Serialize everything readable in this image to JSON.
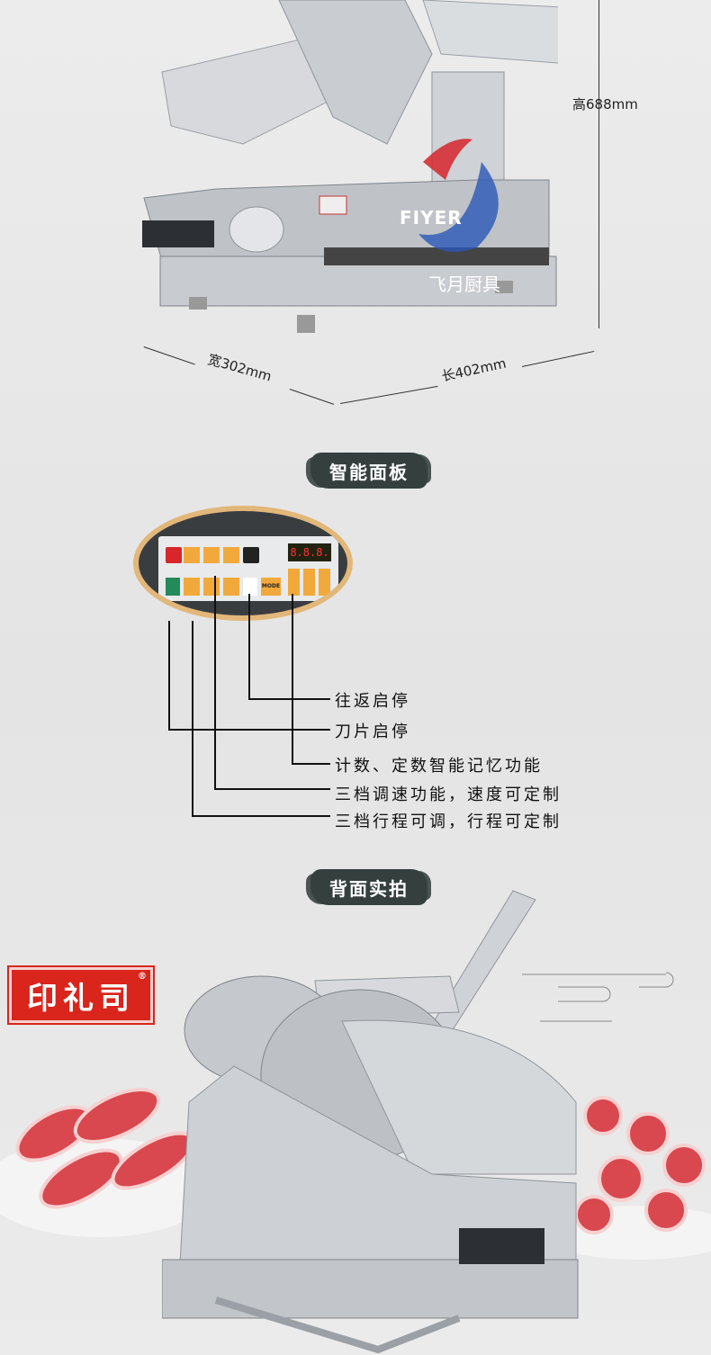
{
  "dimensions": {
    "height": "高688mm",
    "width": "宽302mm",
    "length": "长402mm"
  },
  "watermark": {
    "brand": "FIYER",
    "name": "飞月厨具"
  },
  "sections": {
    "panel_title": "智能面板",
    "back_title": "背面实拍"
  },
  "panel": {
    "display": "8.8.8.",
    "mode_label": "MODE"
  },
  "callouts": [
    "往返启停",
    "刀片启停",
    "计数、定数智能记忆功能",
    "三档调速功能，速度可定制",
    "三档行程可调，行程可定制"
  ],
  "logo": {
    "text": "印礼司",
    "mark": "®"
  }
}
